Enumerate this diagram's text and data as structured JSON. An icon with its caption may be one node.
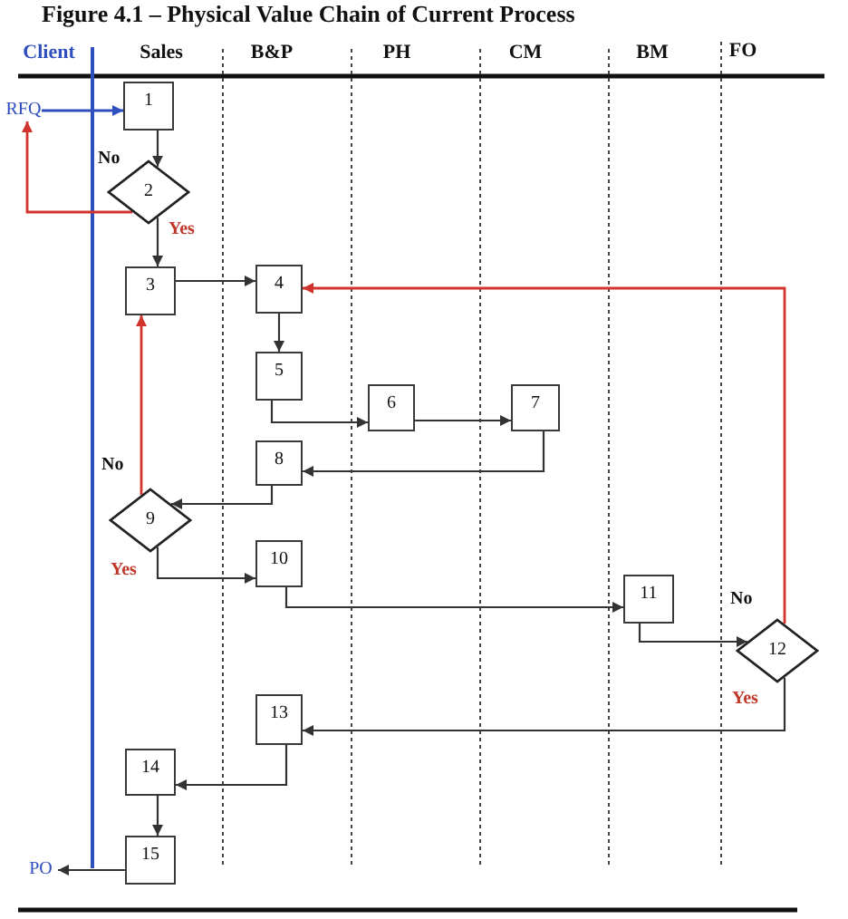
{
  "diagram": {
    "title": "Figure 4.1 – Physical Value Chain of Current Process",
    "nodes": [
      {
        "text": [
          "RFQ"
        ]
      },
      {
        "text": [
          "1"
        ]
      },
      {
        "text": [
          "2"
        ]
      },
      {
        "text": [
          "3"
        ]
      },
      {
        "text": [
          "4"
        ]
      },
      {
        "text": [
          "5"
        ]
      },
      {
        "text": [
          "6"
        ]
      },
      {
        "text": [
          "7"
        ]
      },
      {
        "text": [
          "8"
        ]
      },
      {
        "text": [
          "9"
        ]
      },
      {
        "text": [
          "10"
        ]
      },
      {
        "text": [
          "11"
        ]
      },
      {
        "text": [
          "12"
        ]
      },
      {
        "text": [
          "13"
        ]
      },
      {
        "text": [
          "14"
        ]
      },
      {
        "text": [
          "15"
        ]
      },
      {
        "text": [
          "PO"
        ]
      }
    ],
    "edges": [
      {
        "from": 0,
        "to": 1,
        "arrow": "to",
        "color": "#2f4fbf"
      },
      {
        "from": 1,
        "to": 2,
        "arrow": "to"
      },
      {
        "from": 2,
        "to": 0,
        "arrow": "to",
        "label": "No",
        "color": "#d0342c"
      },
      {
        "from": 2,
        "to": 3,
        "arrow": "to",
        "label": "Yes"
      },
      {
        "from": 3,
        "to": 4,
        "arrow": "to"
      },
      {
        "from": 4,
        "to": 5,
        "arrow": "to"
      },
      {
        "from": 5,
        "to": 6,
        "arrow": "to"
      },
      {
        "from": 6,
        "to": 7,
        "arrow": "to"
      },
      {
        "from": 7,
        "to": 8,
        "arrow": "to"
      },
      {
        "from": 8,
        "to": 9,
        "arrow": "to"
      },
      {
        "from": 9,
        "to": 3,
        "arrow": "to",
        "label": "No",
        "color": "#d0342c"
      },
      {
        "from": 9,
        "to": 10,
        "arrow": "to",
        "label": "Yes"
      },
      {
        "from": 10,
        "to": 11,
        "arrow": "to"
      },
      {
        "from": 11,
        "to": 12,
        "arrow": "to"
      },
      {
        "from": 12,
        "to": 4,
        "arrow": "to",
        "label": "No",
        "color": "#d0342c"
      },
      {
        "from": 12,
        "to": 13,
        "arrow": "to",
        "label": "Yes"
      },
      {
        "from": 13,
        "to": 14,
        "arrow": "to"
      },
      {
        "from": 14,
        "to": 15,
        "arrow": "to"
      },
      {
        "from": 15,
        "to": 16,
        "arrow": "to"
      }
    ],
    "labels": [
      "Client",
      "Sales",
      "B&P",
      "PH",
      "CM",
      "BM",
      "FO"
    ]
  }
}
